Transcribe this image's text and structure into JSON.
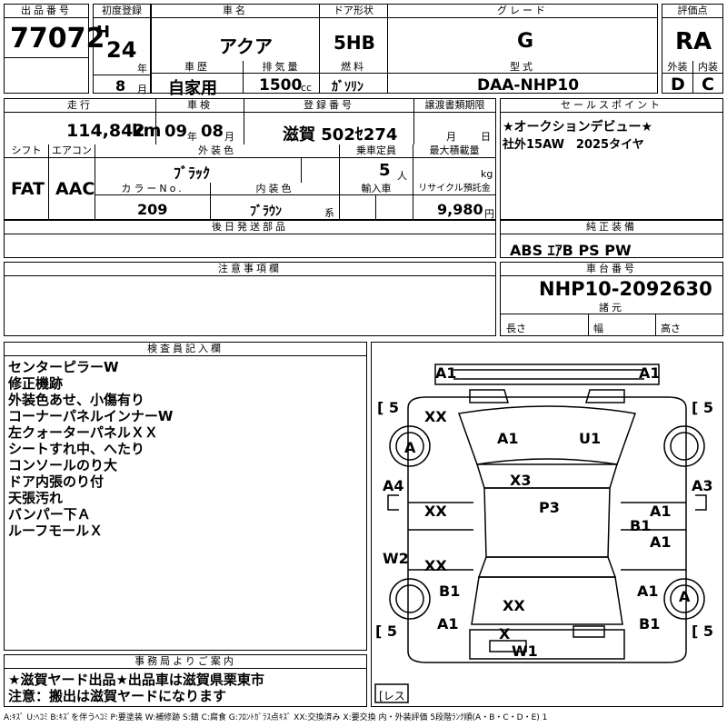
{
  "header": {
    "lot_label": "出品番号",
    "lot_value": "77072",
    "first_reg_label": "初度登録",
    "era": "H",
    "year": "24",
    "year_unit": "年",
    "month": "8",
    "month_unit": "月",
    "car_name_label": "車名",
    "car_name": "アクア",
    "door_label": "ドア形状",
    "door": "5HB",
    "grade_label": "グレード",
    "grade": "G",
    "score_label": "評価点",
    "score": "RA",
    "history_label": "車歴",
    "history": "自家用",
    "displacement_label": "排気量",
    "displacement": "1500",
    "displacement_unit": "cc",
    "fuel_label": "燃料",
    "fuel": "ｶﾞｿﾘﾝ",
    "model_label": "型式",
    "model": "DAA-NHP10",
    "exterior_label": "外装",
    "exterior": "D",
    "interior_label": "内装",
    "interior": "C"
  },
  "row2": {
    "mileage_label": "走行",
    "mileage": "114,842",
    "mileage_unit": "km",
    "inspection_label": "車検",
    "insp_year": "09",
    "insp_year_unit": "年",
    "insp_month": "08",
    "insp_month_unit": "月",
    "plate_label": "登録番号",
    "plate": "滋賀 502ｾ274",
    "transfer_label": "譲渡書類期限",
    "transfer_month_unit": "月",
    "transfer_day_unit": "日",
    "shift_label": "シフト",
    "shift": "FAT",
    "ac_label": "エアコン",
    "ac": "AAC",
    "color_label": "外装色",
    "color": "ﾌﾞﾗｯｸ",
    "capacity_label": "乗車定員",
    "capacity": "5",
    "capacity_unit": "人",
    "load_label": "最大積載量",
    "load_unit": "kg",
    "color_no_label": "カラーNo.",
    "color_no": "209",
    "int_color_label": "内装色",
    "int_color": "ﾌﾞﾗｳﾝ",
    "int_color_unit": "系",
    "import_label": "輸入車",
    "recycle_label": "リサイクル預託金",
    "recycle": "9,980",
    "recycle_unit": "円"
  },
  "sales_point": {
    "label": "セールスポイント",
    "line1": "★オークションデビュー★",
    "line2": "社外15AW　2025タイヤ"
  },
  "later_parts": {
    "label": "後日発送部品"
  },
  "equipment": {
    "label": "純正装備",
    "value": "ABS ｴｱB PS PW"
  },
  "caution": {
    "label": "注意事項欄"
  },
  "chassis": {
    "label": "車台番号",
    "value": "NHP10-2092630"
  },
  "specs": {
    "label": "諸元",
    "length": "長さ",
    "width": "幅",
    "height": "高さ"
  },
  "inspector": {
    "label": "検査員記入欄",
    "lines": [
      "センターピラーW",
      "修正機跡",
      "外装色あせ、小傷有り",
      "コーナーパネルインナーW",
      "左クォーターパネルＸＸ",
      "シートすれ中、へたり",
      "コンソールのり大",
      "ドア内張のり付",
      "天張汚れ",
      "バンパー下Ａ",
      "ルーフモールＸ"
    ]
  },
  "office": {
    "label": "事務局よりご案内",
    "line1": "★滋賀ヤード出品★出品車は滋賀県栗東市",
    "line2": "注意：搬出は滋賀ヤードになります"
  },
  "diagram": {
    "tire_tl": "5",
    "tire_tr": "5",
    "tire_bl": "5",
    "tire_br": "5",
    "tire_label": "レス",
    "marks": {
      "a1_front_left": "A1",
      "a1_front_right": "A1",
      "xx_front_left": "XX",
      "a_wheel_fl": "A",
      "a1_hood": "A1",
      "u1_hood": "U1",
      "x3": "X3",
      "a4": "A4",
      "a3": "A3",
      "xx_door_fl": "XX",
      "p3": "P3",
      "a1_door_fr": "A1",
      "b1_door_fr": "B1",
      "a1_door_rr": "A1",
      "w2": "W2",
      "xx_door_rl": "XX",
      "b1_rear_left": "B1",
      "a1_rear_right": "A1",
      "a_wheel_rr": "A",
      "xx_trunk": "XX",
      "a1_rear_left": "A1",
      "b1_rear_right": "B1",
      "x_rear": "X",
      "w1": "W1"
    }
  },
  "legend": "A:ｷｽﾞ U:ﾍｺﾐ B:ｷｽﾞを伴うﾍｺﾐ P:要塗装 W:補修跡 S:錆 C:腐食 G:ﾌﾛﾝﾄｶﾞﾗｽ点ｷｽﾞ XX:交換済み X:要交換 内・外装評価 5段階ﾗﾝｸ順(A・B・C・D・E) 1"
}
